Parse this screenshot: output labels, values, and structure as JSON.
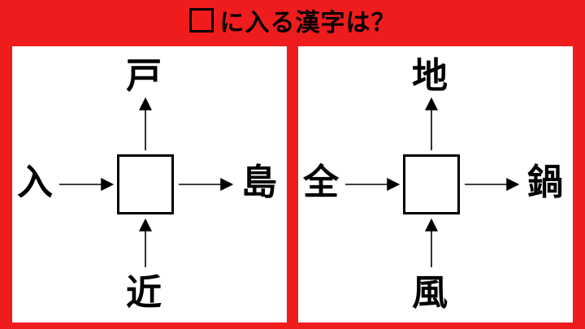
{
  "title": {
    "text": "に入る漢字は？"
  },
  "puzzles": [
    {
      "top": "戸",
      "left": "入",
      "right": "島",
      "bottom": "近"
    },
    {
      "top": "地",
      "left": "全",
      "right": "鍋",
      "bottom": "風"
    }
  ]
}
